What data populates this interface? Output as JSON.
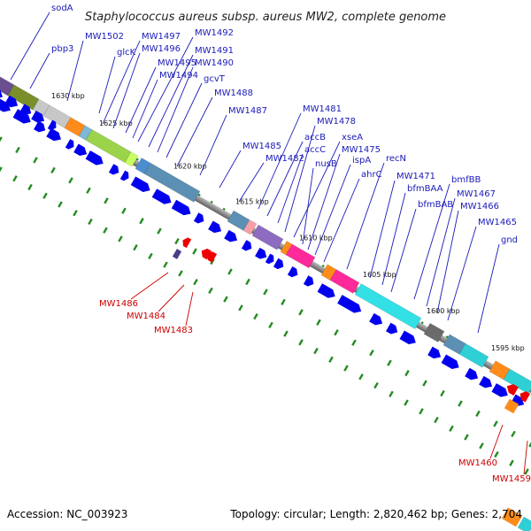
{
  "title": "Staphylococcus aureus subsp. aureus MW2, complete genome",
  "footer": {
    "accession": "Accession: NC_003923",
    "topology": "Topology: circular; Length: 2,820,462 bp; Genes: 2,704"
  },
  "kbp_ticks": [
    "1630 kbp",
    "1625 kbp",
    "1620 kbp",
    "1615 kbp",
    "1610 kbp",
    "1605 kbp",
    "1600 kbp",
    "1595 kbp"
  ],
  "top_labels": [
    "sodA",
    "pbp3",
    "MW1502",
    "glcK",
    "MW1497",
    "MW1496",
    "MW1495",
    "MW1494",
    "MW1492",
    "MW1491",
    "MW1490",
    "gcvT",
    "MW1488",
    "MW1487",
    "MW1485",
    "MW1482",
    "MW1481",
    "accB",
    "accC",
    "MW1478",
    "xseA",
    "nusB",
    "MW1475",
    "ispA",
    "ahrC",
    "recN",
    "MW1471",
    "bfmBAA",
    "bfmBAB",
    "bmfBB",
    "MW1467",
    "MW1466",
    "MW1465",
    "gnd"
  ],
  "bottom_labels": [
    "MW1486",
    "MW1484",
    "MW1483",
    "MW1460",
    "MW1459"
  ],
  "colors": {
    "forward_arrow": "#0000ee",
    "reverse_arrow": "#ee0000",
    "top_label": "#1a1ab8",
    "bottom_label": "#cc0000",
    "gc_tick": "#228b22"
  }
}
